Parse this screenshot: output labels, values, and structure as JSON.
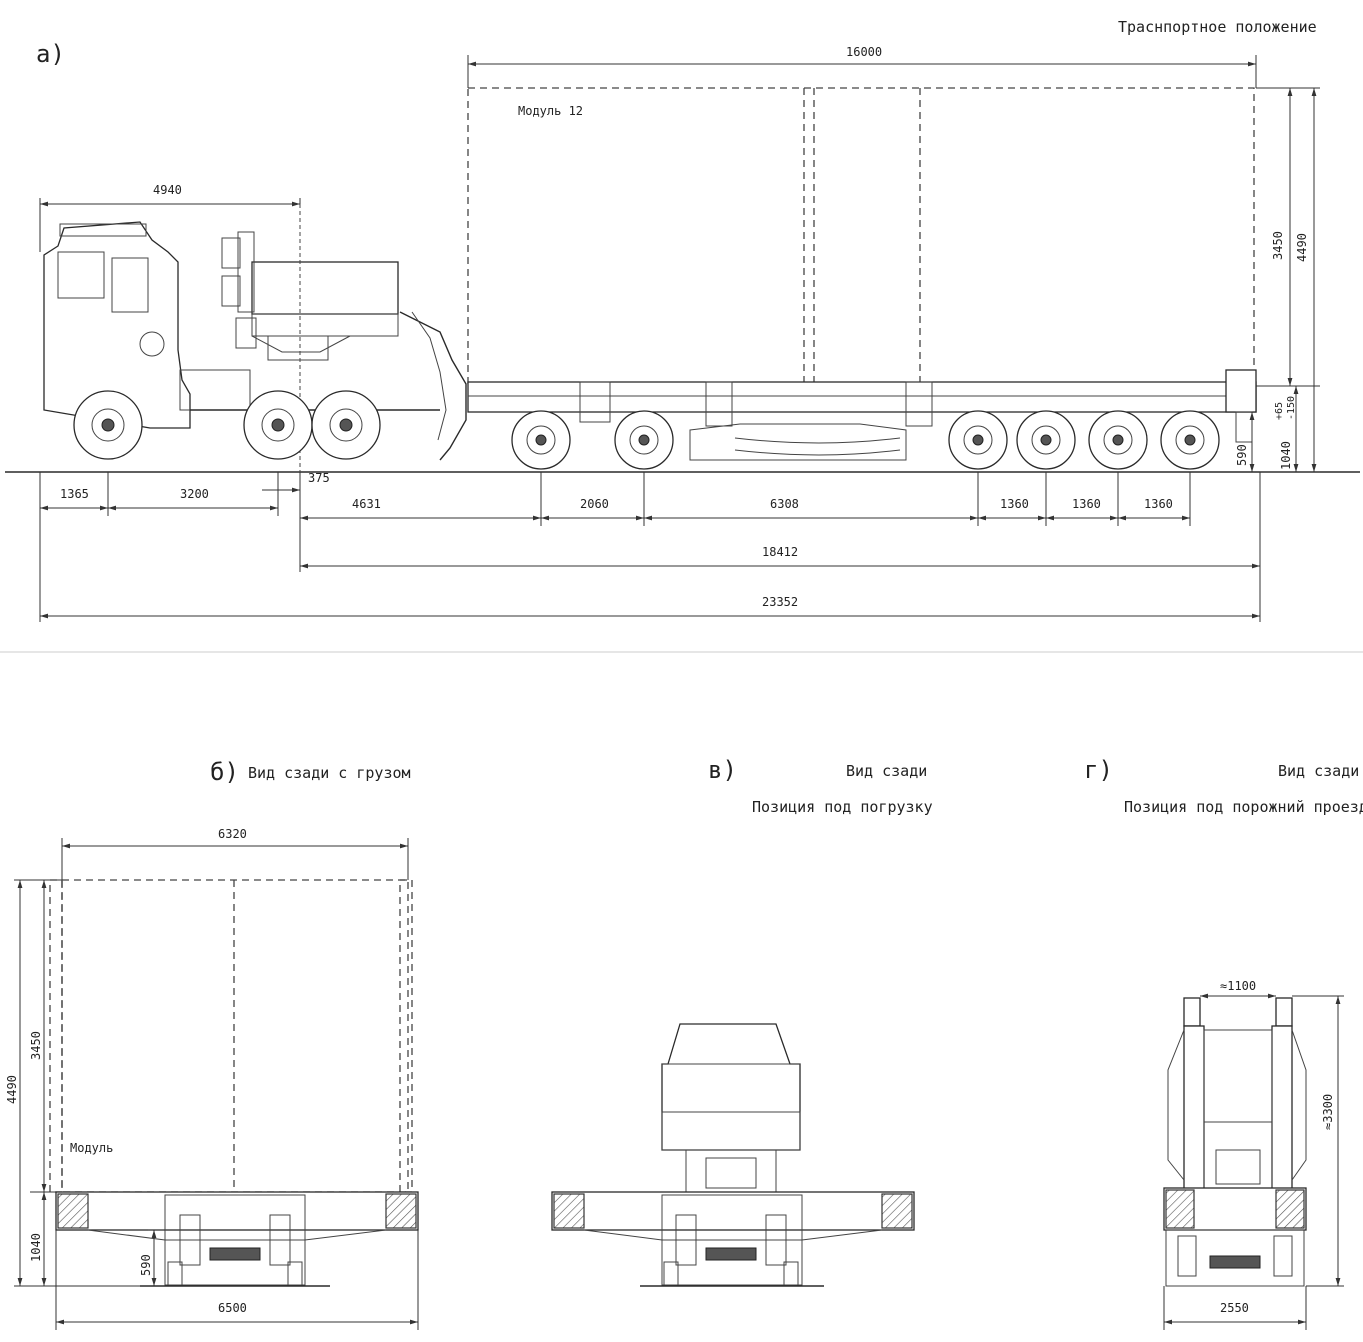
{
  "views": {
    "a": {
      "letter": "а)",
      "title": "Траснпортное положение",
      "module_label": "Модуль 12",
      "dims": {
        "module_length": "16000",
        "tractor_length": "4940",
        "module_height": "3450",
        "total_height": "4490",
        "deck_height": "1040",
        "deck_plus": "+65",
        "deck_minus": "-150",
        "ground_clearance": "590",
        "front_overhang": "1365",
        "tractor_wheelbase": "3200",
        "fifth_wheel_offset": "375",
        "kingpin_to_axle": "4631",
        "axle_gap_1": "2060",
        "axle_gap_2": "6308",
        "axle_gap_3": "1360",
        "axle_gap_4": "1360",
        "axle_gap_5": "1360",
        "trailer_length": "18412",
        "overall_length": "23352"
      }
    },
    "b": {
      "letter": "б)",
      "title": "Вид сзади с грузом",
      "module_label": "Модуль",
      "dims": {
        "module_width": "6320",
        "total_height": "4490",
        "module_height": "3450",
        "deck_height": "1040",
        "ground_clearance": "590",
        "deck_width": "6500"
      }
    },
    "v": {
      "letter": "в)",
      "title_line1": "Вид сзади",
      "title_line2": "Позиция под погрузку"
    },
    "g": {
      "letter": "г)",
      "title_line1": "Вид сзади",
      "title_line2": "Позиция под порожний проезд",
      "dims": {
        "gap_width": "≈1100",
        "height": "≈3300",
        "width": "2550"
      }
    }
  }
}
